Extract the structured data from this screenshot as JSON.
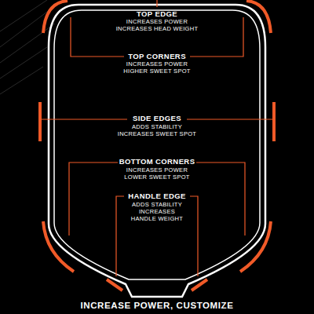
{
  "diagram": {
    "labels": [
      "TOP EDGE",
      "INCREASES POWER",
      "INCREASES HEAD WEIGHT",
      "TOP CORNERS",
      "INCREASES POWER",
      "HIGHER SWEET SPOT",
      "SIDE EDGES",
      "ADDS STABILITY",
      "INCREASES SWEET SPOT",
      "BOTTOM CORNERS",
      "INCREASES POWER",
      "LOWER SWEET SPOT",
      "HANDLE EDGE",
      "ADDS STABILITY",
      "INCREASES HANDLE WEIGHT",
      "INCREASE POWER, CUSTOMIZE"
    ]
  }
}
